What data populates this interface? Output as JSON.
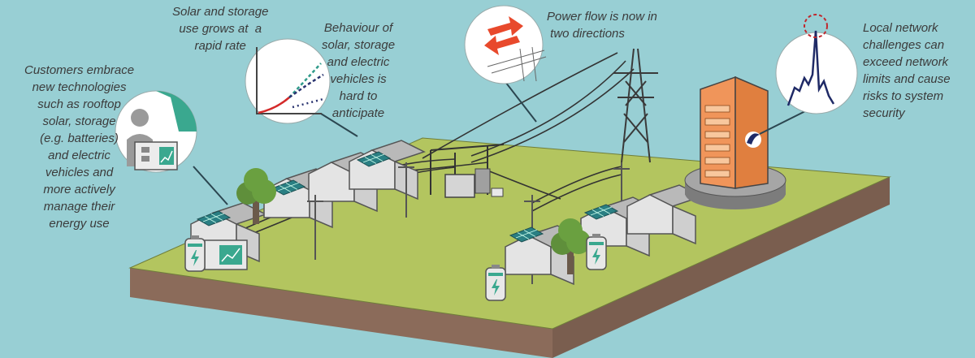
{
  "annotations": {
    "customers": "Customers embrace\nnew technologies\nsuch as rooftop\nsolar, storage\n(e.g. batteries)\nand electric\nvehicles and\nmore actively\nmanage their\nenergy use",
    "solar_growth": "Solar and storage\nuse grows at  a\nrapid rate",
    "behaviour": "Behaviour of\nsolar, storage\nand electric\nvehicles is\nhard to\nanticipate",
    "power_flow": "Power flow is now in\n two directions",
    "local_network": "Local network\nchallenges can\nexceed network\nlimits and cause\nrisks to system\nsecurity"
  },
  "colors": {
    "background": "#98cfd4",
    "ground_top": "#b3c55f",
    "ground_side": "#8b6b5a",
    "accent_teal": "#3aa88f",
    "building_orange": "#f0955a",
    "arrow_red": "#e8492c",
    "trend_red": "#d42a2a",
    "trend_teal": "#2f9a8a",
    "trend_navy": "#2a3470",
    "spike_navy": "#1f2a66",
    "dashed_red": "#c0282d"
  },
  "icons": [
    "person-presenting-icon",
    "battery-icon",
    "solar-panel-icon",
    "bidirectional-arrows-icon",
    "transmission-tower-icon",
    "spike-graph-icon",
    "tree-icon",
    "house-icon",
    "office-building-icon",
    "transformer-icon"
  ]
}
